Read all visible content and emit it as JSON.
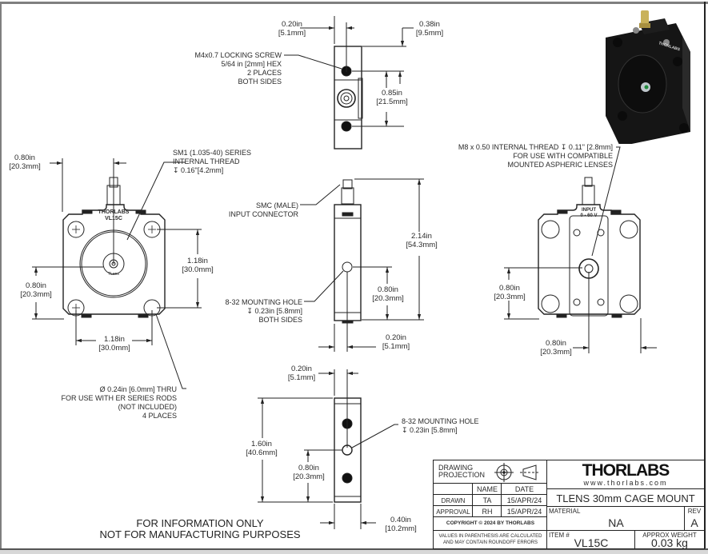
{
  "drawing": {
    "top_view": {
      "width_dim": {
        "in": "0.20in",
        "mm": "[5.1mm]"
      },
      "offset_dim": {
        "in": "0.38in",
        "mm": "[9.5mm]"
      },
      "screw_spacing_dim": {
        "in": "0.85in",
        "mm": "[21.5mm]"
      },
      "callout": [
        "M4x0.7 LOCKING SCREW",
        "5/64 in [2mm] HEX",
        "2 PLACES",
        "BOTH SIDES"
      ]
    },
    "front_view": {
      "center_height_dim": {
        "in": "0.80in",
        "mm": "[20.3mm]"
      },
      "hole_spacing_v_dim": {
        "in": "1.18in",
        "mm": "[30.0mm]"
      },
      "hole_center_dim": {
        "in": "0.80in",
        "mm": "[20.3mm]"
      },
      "hole_spacing_h_dim": {
        "in": "1.18in",
        "mm": "[30.0mm]"
      },
      "thread_callout": [
        "SM1 (1.035-40) SERIES",
        "INTERNAL THREAD",
        "↧ 0.16\"[4.2mm]"
      ],
      "rod_callout": [
        "Ø 0.24in [6.0mm] THRU",
        "FOR USE WITH ER SERIES RODS",
        "(NOT INCLUDED)",
        "4 PLACES"
      ],
      "brand_mark": "THORLABS",
      "model_mark": "VL15C",
      "lens_mark": "TLens"
    },
    "side_view": {
      "connector_callout": [
        "SMC (MALE)",
        "INPUT CONNECTOR"
      ],
      "height_dim": {
        "in": "2.14in",
        "mm": "[54.3mm]"
      },
      "hole_height_dim": {
        "in": "0.80in",
        "mm": "[20.3mm]"
      },
      "hole_offset_dim": {
        "in": "0.20in",
        "mm": "[5.1mm]"
      },
      "hole_callout": [
        "8-32 MOUNTING HOLE",
        "↧ 0.23in [5.8mm]",
        "BOTH SIDES"
      ]
    },
    "back_view": {
      "thread_callout": [
        "M8 x 0.50 INTERNAL THREAD ↧ 0.11\" [2.8mm]",
        "FOR USE WITH COMPATIBLE",
        "MOUNTED ASPHERIC LENSES"
      ],
      "input_mark": [
        "INPUT",
        "0 - 60 V"
      ],
      "height_dim": {
        "in": "0.80in",
        "mm": "[20.3mm]"
      },
      "width_dim": {
        "in": "0.80in",
        "mm": "[20.3mm]"
      }
    },
    "bottom_view": {
      "offset_dim": {
        "in": "0.20in",
        "mm": "[5.1mm]"
      },
      "length_dim": {
        "in": "1.60in",
        "mm": "[40.6mm]"
      },
      "hole_height_dim": {
        "in": "0.80in",
        "mm": "[20.3mm]"
      },
      "width_dim": {
        "in": "0.40in",
        "mm": "[10.2mm]"
      },
      "hole_callout": [
        "8-32 MOUNTING HOLE",
        "↧ 0.23in [5.8mm]"
      ]
    },
    "notice": [
      "FOR INFORMATION ONLY",
      "NOT FOR MANUFACTURING PURPOSES"
    ]
  },
  "title_block": {
    "projection_label": [
      "DRAWING",
      "PROJECTION"
    ],
    "col_name": "NAME",
    "col_date": "DATE",
    "rows": [
      {
        "role": "DRAWN",
        "name": "TA",
        "date": "15/APR/24"
      },
      {
        "role": "APPROVAL",
        "name": "RH",
        "date": "15/APR/24"
      }
    ],
    "copyright": "COPYRIGHT © 2024 BY THORLABS",
    "values_note": [
      "VALUES IN PARENTHESIS ARE CALCULATED",
      "AND MAY CONTAIN ROUNDOFF ERRORS"
    ],
    "logo": "THORLABS",
    "website": "www.thorlabs.com",
    "title": "TLENS 30mm CAGE MOUNT",
    "material_label": "MATERIAL",
    "material": "NA",
    "rev_label": "REV",
    "rev": "A",
    "item_label": "ITEM #",
    "item": "VL15C",
    "weight_label": "APPROX WEIGHT",
    "weight": "0.03 kg"
  },
  "colors": {
    "line": "#222222",
    "frame": "#7f7f7f",
    "part_body": "#1a1a1a",
    "connector_gold": "#c9b25a"
  }
}
